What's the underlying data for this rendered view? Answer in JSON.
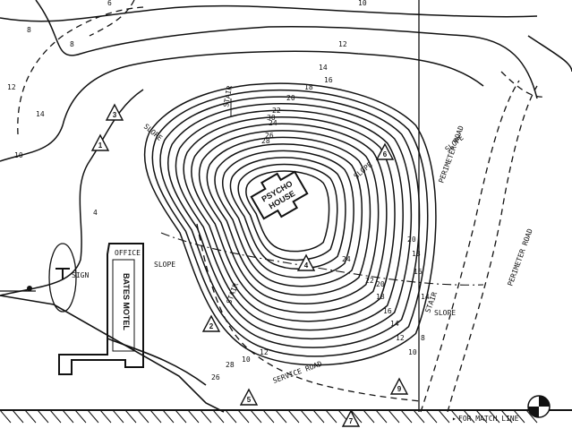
{
  "labels": {
    "house": [
      "PSYCHO",
      "HOUSE"
    ],
    "bates": [
      "BATES",
      "MOTEL"
    ],
    "office": "OFFICE",
    "sign": "SIGN",
    "perimeter_road": "PERIMETER ROAD",
    "match_line": "FOR MATCH LINE",
    "service_road": "SERVICE ROAD",
    "stair_labels": [
      "STAIR",
      "STAIR",
      "STAIR"
    ],
    "slope_labels": [
      "SLOPE",
      "SLOPE",
      "SLOPE",
      "SLOPE",
      "SLOPE"
    ],
    "elev_labels": [
      "8",
      "12",
      "14",
      "10",
      "4",
      "6",
      "8",
      "10",
      "12",
      "14",
      "16",
      "18",
      "20",
      "22",
      "24",
      "26",
      "28",
      "30",
      "8",
      "10",
      "12",
      "14",
      "16",
      "18",
      "20",
      "22",
      "24",
      "26",
      "28",
      "10",
      "12",
      "14",
      "16",
      "18",
      "20"
    ]
  },
  "triangles": [
    "1",
    "2",
    "3",
    "4",
    "5",
    "6",
    "7",
    "9"
  ],
  "colors": {
    "ink": "#111111",
    "paper": "#ffffff"
  }
}
